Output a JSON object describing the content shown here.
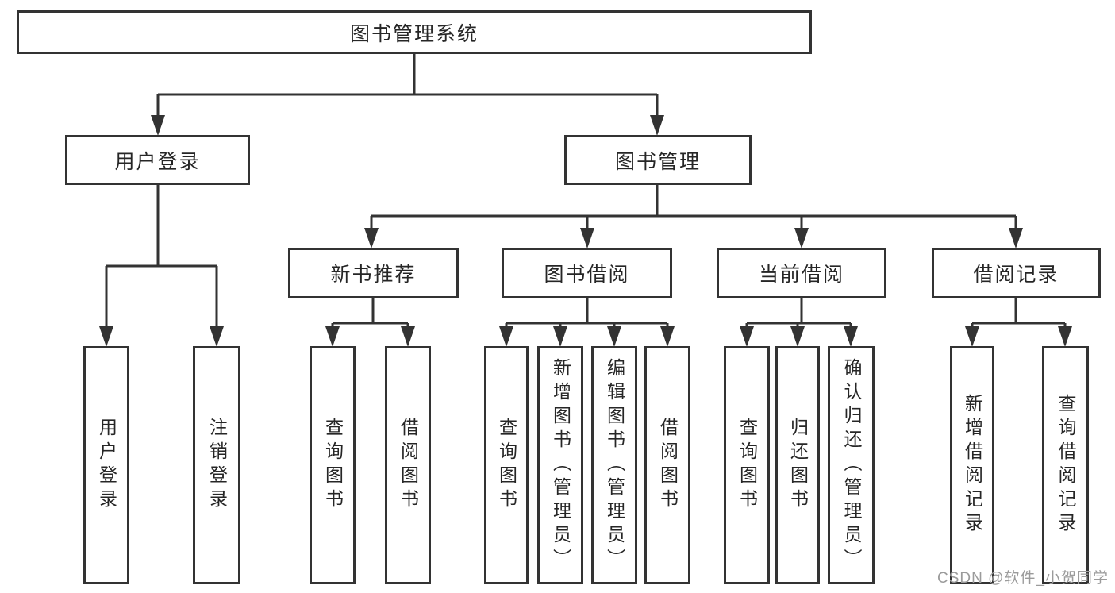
{
  "diagram": {
    "root": {
      "label": "图书管理系统"
    },
    "branches": [
      {
        "label": "用户登录",
        "children": [
          {
            "label": "用户登录"
          },
          {
            "label": "注销登录"
          }
        ]
      },
      {
        "label": "图书管理",
        "sections": [
          {
            "label": "新书推荐",
            "children": [
              {
                "label": "查询图书"
              },
              {
                "label": "借阅图书"
              }
            ]
          },
          {
            "label": "图书借阅",
            "children": [
              {
                "label": "查询图书"
              },
              {
                "label": "新增图书（管理员）"
              },
              {
                "label": "编辑图书（管理员）"
              },
              {
                "label": "借阅图书"
              }
            ]
          },
          {
            "label": "当前借阅",
            "children": [
              {
                "label": "查询图书"
              },
              {
                "label": "归还图书"
              },
              {
                "label": "确认归还（管理员）"
              }
            ]
          },
          {
            "label": "借阅记录",
            "children": [
              {
                "label": "新增借阅记录"
              },
              {
                "label": "查询借阅记录"
              }
            ]
          }
        ]
      }
    ]
  },
  "watermark": {
    "text": "CSDN @软件_小贺同学"
  },
  "colors": {
    "line": "#333333",
    "box_border": "#333333",
    "text": "#262626",
    "watermark": "#9b9b9b",
    "background": "#ffffff"
  }
}
